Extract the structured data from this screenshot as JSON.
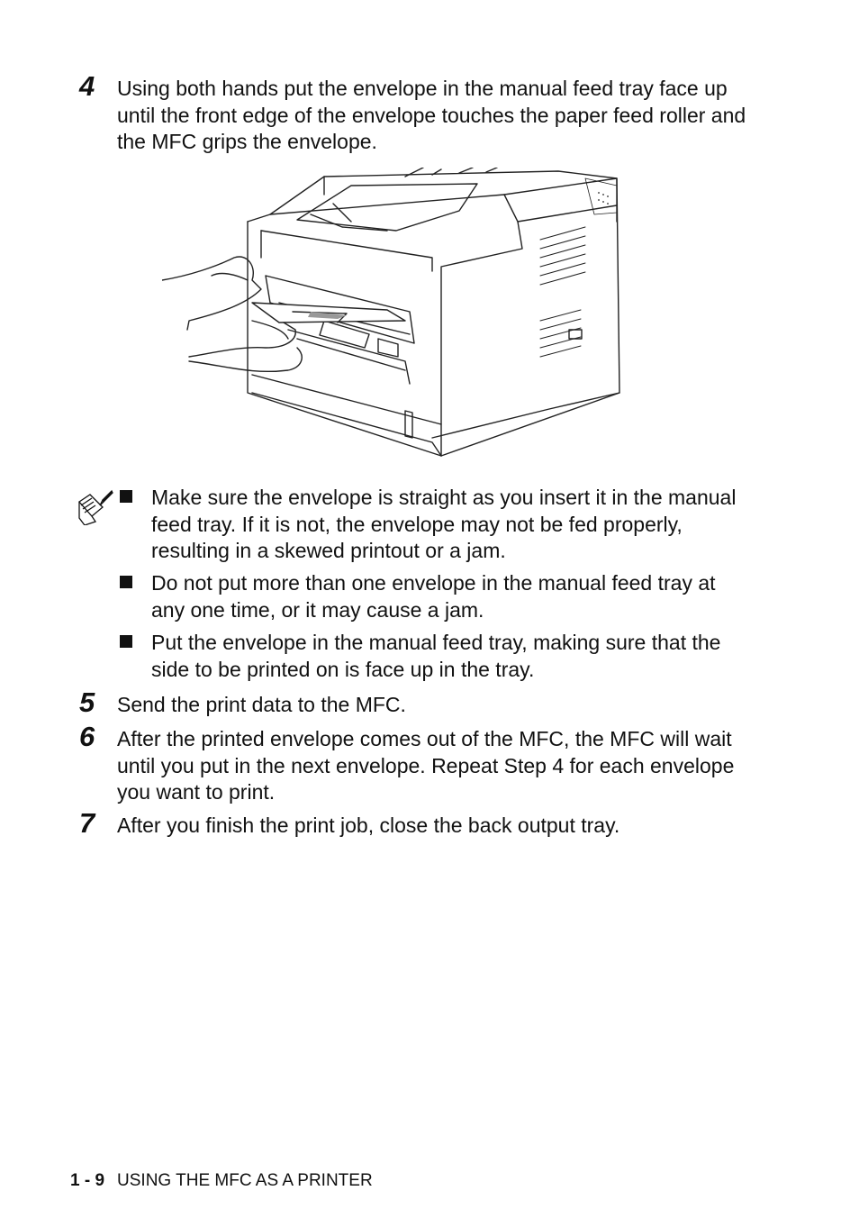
{
  "steps": [
    {
      "number": "4",
      "text": "Using both hands put the envelope in the manual feed tray face up until the front edge of the envelope touches the paper feed roller and the MFC grips the envelope."
    },
    {
      "number": "5",
      "text": "Send the print data to the MFC."
    },
    {
      "number": "6",
      "text": "After the printed envelope comes out of the MFC, the MFC will wait until you put in the next envelope. Repeat Step 4 for each envelope you want to print."
    },
    {
      "number": "7",
      "text": "After you finish the print job, close the back output tray."
    }
  ],
  "note": {
    "icon": "note-pencil-icon",
    "bullets": [
      "Make sure the envelope is straight as you insert it in the manual feed tray. If it is not, the envelope may not be fed properly, resulting in a skewed printout or a jam.",
      "Do not put more than one envelope in the manual feed tray at any one time, or it may cause a jam.",
      "Put the envelope in the manual feed tray, making sure that the side to be printed on is face up in the tray."
    ]
  },
  "footer": {
    "page_number": "1 - 9",
    "section_title": "USING THE MFC AS A PRINTER"
  }
}
